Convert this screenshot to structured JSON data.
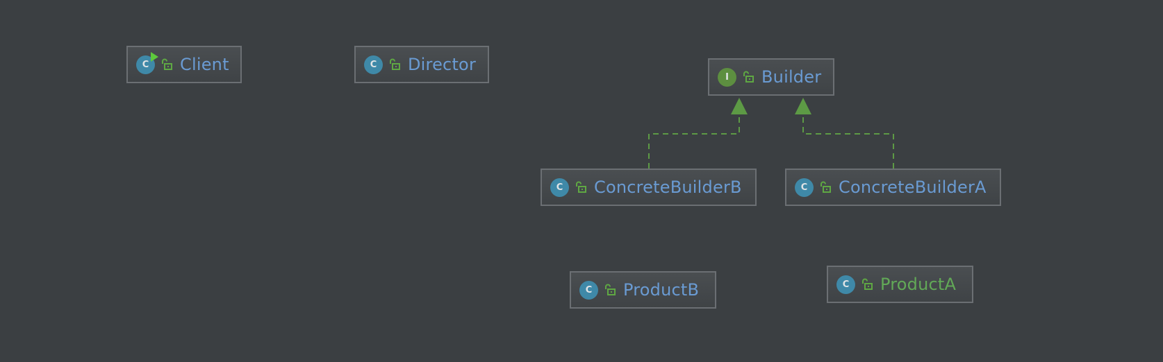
{
  "diagram": {
    "classes": {
      "client": {
        "name": "Client",
        "kind": "class",
        "kind_letter": "C",
        "runnable": true,
        "visibility": "public"
      },
      "director": {
        "name": "Director",
        "kind": "class",
        "kind_letter": "C",
        "visibility": "public"
      },
      "builder": {
        "name": "Builder",
        "kind": "interface",
        "kind_letter": "I",
        "visibility": "public"
      },
      "concrete_builder_b": {
        "name": "ConcreteBuilderB",
        "kind": "class",
        "kind_letter": "C",
        "visibility": "public"
      },
      "concrete_builder_a": {
        "name": "ConcreteBuilderA",
        "kind": "class",
        "kind_letter": "C",
        "visibility": "public"
      },
      "product_b": {
        "name": "ProductB",
        "kind": "class",
        "kind_letter": "C",
        "visibility": "public"
      },
      "product_a": {
        "name": "ProductA",
        "kind": "class",
        "kind_letter": "C",
        "visibility": "public"
      }
    },
    "relations": [
      {
        "from": "ConcreteBuilderB",
        "to": "Builder",
        "type": "realization"
      },
      {
        "from": "ConcreteBuilderA",
        "to": "Builder",
        "type": "realization"
      }
    ],
    "colors": {
      "background": "#3b3f42",
      "class_name": "#6a9bd3",
      "highlighted_name": "#62a957",
      "class_icon": "#3f89a8",
      "interface_icon": "#5d8f40",
      "realization_edge": "#5d9a45"
    },
    "icons": {
      "class": "class-c-icon",
      "interface": "interface-i-icon",
      "visibility": "public-lock-icon",
      "runnable": "run-arrow-icon"
    }
  }
}
